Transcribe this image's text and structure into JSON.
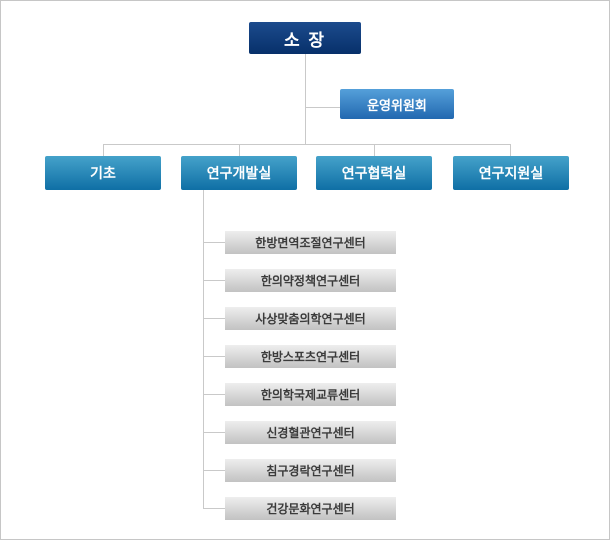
{
  "org_chart": {
    "root": {
      "label": "소 장"
    },
    "committee": {
      "label": "운영위원회"
    },
    "departments": [
      {
        "label": "기초"
      },
      {
        "label": "연구개발실"
      },
      {
        "label": "연구협력실"
      },
      {
        "label": "연구지원실"
      }
    ],
    "centers": [
      "한방면역조절연구센터",
      "한의약정책연구센터",
      "사상맞춤의학연구센터",
      "한방스포츠연구센터",
      "한의학국제교류센터",
      "신경혈관연구센터",
      "침구경락연구센터",
      "건강문화연구센터"
    ],
    "colors": {
      "root_box_top": "#1c4b8d",
      "root_box_bottom": "#07306a",
      "committee_top": "#55a0da",
      "committee_bottom": "#2268b0",
      "dept_top": "#45a2ca",
      "dept_bottom": "#0f6fa5",
      "center_top": "#eeeeee",
      "center_bottom": "#c2c2c2",
      "line": "#c9c9c9",
      "line_border": "#c6c6c6"
    }
  }
}
